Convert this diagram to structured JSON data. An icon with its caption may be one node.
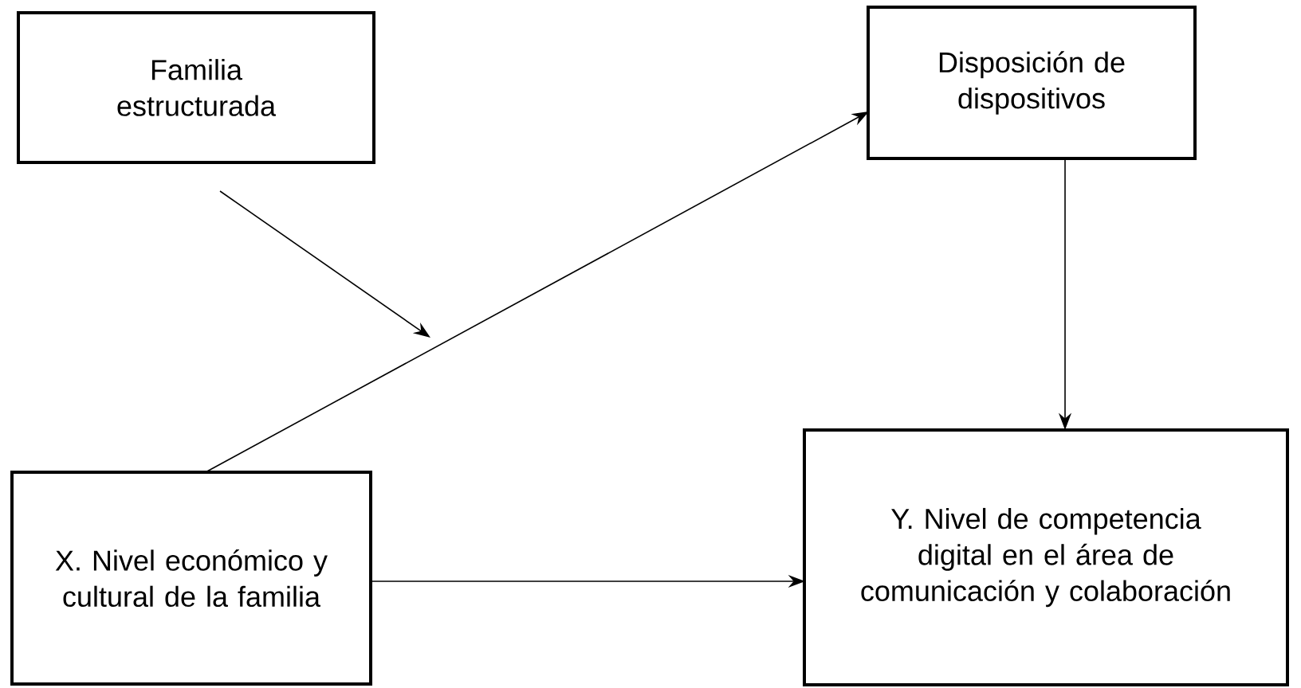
{
  "diagram": {
    "nodes": [
      {
        "text": [
          "Familia estructurada"
        ]
      },
      {
        "text": [
          "Disposición de dispositivos"
        ]
      },
      {
        "text": [
          "X. Nivel económico y cultural de la familia"
        ]
      },
      {
        "text": [
          "Y. Nivel de competencia digital en el área de comunicación y colaboración"
        ]
      }
    ],
    "edges": [
      {
        "from": 2,
        "to": 1,
        "arrow": "to"
      },
      {
        "from": 1,
        "to": 3,
        "arrow": "to"
      },
      {
        "from": 2,
        "to": 3,
        "arrow": "to"
      },
      {
        "from": 0,
        "to": null,
        "arrow": "to"
      }
    ]
  }
}
